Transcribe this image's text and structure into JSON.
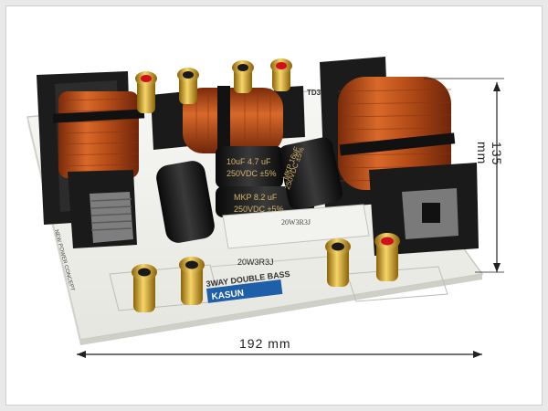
{
  "dimensions": {
    "width": "192 mm",
    "height": "135 mm"
  },
  "board": {
    "title": "3WAY DOUBLE BASS",
    "brand": "KASUN",
    "side_text": "NEW POWER CONCEPT",
    "model_partial": "TD3"
  },
  "components": {
    "cap_1": [
      "10uF 4.7 uF",
      "250VDC ±5%"
    ],
    "cap_2": [
      "MKP 8.2 uF",
      "250VDC ±5%"
    ],
    "cap_3": [
      "MKP 16uF",
      "250VDC ±5%"
    ],
    "resistor": "20W3R3J",
    "resistor_label": "20W3R3J"
  },
  "colors": {
    "board": "#f3f3ef",
    "coil_copper": "#c85a1f",
    "terminal_gold": "#d9a520",
    "terminal_red": "#d0101a",
    "dimension_line": "#222222"
  }
}
